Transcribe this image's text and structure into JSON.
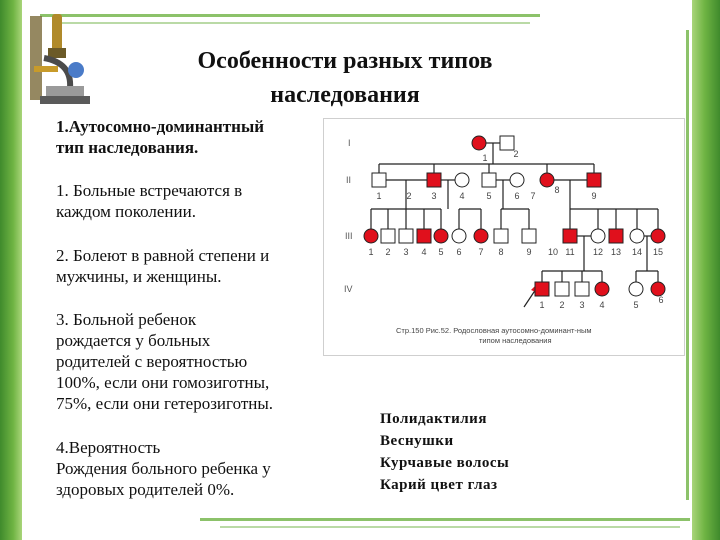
{
  "title": {
    "line1": "Особенности разных  типов",
    "line2": "наследования"
  },
  "left": {
    "heading": " 1.Аутосомно-доминантный\nтип наследования.",
    "p1": "1.  Больные встречаются в\nкаждом поколении.",
    "p2": "2.  Болеют в равной степени и\nмужчины, и женщины.",
    "p3": "3.  Больной ребенок\nрождается у больных\nродителей с вероятностью\n100%, если они гомозиготны,\n75%, если они гетерозиготны.",
    "p4": "4.Вероятность\nРождения больного ребенка у\n     здоровых родителей 0%."
  },
  "pedigree": {
    "generations": [
      "I",
      "II",
      "III",
      "IV"
    ],
    "gen1_labels": [
      "1",
      "2"
    ],
    "gen2_labels": [
      "1",
      "2",
      "3",
      "4",
      "5",
      "6",
      "7",
      "8",
      "9"
    ],
    "gen3_labels": [
      "1",
      "2",
      "3",
      "4",
      "5",
      "6",
      "7",
      "8",
      "9",
      "10",
      "11",
      "12",
      "13",
      "14",
      "15"
    ],
    "gen4_labels": [
      "1",
      "2",
      "3",
      "4",
      "5",
      "6"
    ],
    "caption_line1": "Стр.150 Рис.52. Родословная аутосомно-доминант-ным",
    "caption_line2": "типом наследования",
    "affected_color": "#e0101c",
    "line_color": "#222222"
  },
  "traits": [
    "Полидактилия",
    "Веснушки",
    "Курчавые волосы",
    "Карий цвет глаз"
  ],
  "colors": {
    "green_dark": "#3f8a2c",
    "green_light": "#a9d57a"
  }
}
